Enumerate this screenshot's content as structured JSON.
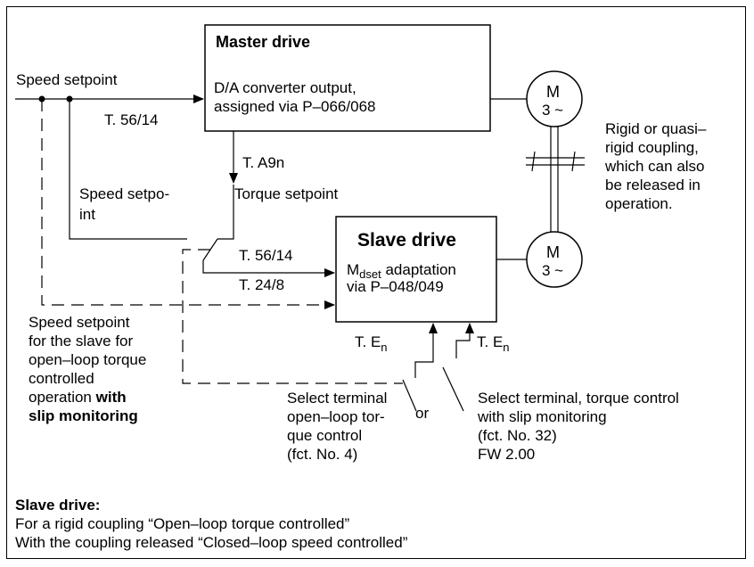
{
  "master": {
    "title": "Master drive",
    "line1": "D/A converter output,",
    "line2": "assigned via P–066/068"
  },
  "slave": {
    "title": "Slave drive",
    "mdset_m": "M",
    "mdset_sub": "dset",
    "mdset_rest": " adaptation",
    "line2": "via P–048/049"
  },
  "motor1": {
    "m": "M",
    "phase": "3 ~"
  },
  "motor2": {
    "m": "M",
    "phase": "3 ~"
  },
  "labels": {
    "speed_setpoint": "Speed setpoint",
    "t_56_14_top": "T. 56/14",
    "t_a9n": "T. A9n",
    "speed_setpo": "Speed setpo-",
    "int": "int",
    "torque_setpoint": "Torque setpoint",
    "t_56_14": "T. 56/14",
    "t_24_8": "T. 24/8",
    "ten_left_t": "T. E",
    "ten_left_sub": "n",
    "ten_right_t": "T. E",
    "ten_right_sub": "n",
    "or": "or"
  },
  "coupling": [
    "Rigid or quasi–",
    "rigid coupling,",
    "which can also",
    "be released in",
    "operation."
  ],
  "slave_setpoint": {
    "l1": "Speed setpoint",
    "l2": "for the slave for",
    "l3": "open–loop torque",
    "l4": "controlled",
    "l5_plain": "operation ",
    "l5_bold": "with",
    "l6_bold": "slip monitoring"
  },
  "select_left": [
    "Select terminal",
    "open–loop tor-",
    "que control",
    "(fct. No. 4)"
  ],
  "select_right": [
    "Select terminal, torque control",
    "with slip monitoring",
    "(fct. No. 32)",
    "FW 2.00"
  ],
  "footer": {
    "title": "Slave drive:",
    "line1": "For a rigid coupling “Open–loop torque controlled”",
    "line2": "With the coupling released “Closed–loop speed controlled”"
  }
}
